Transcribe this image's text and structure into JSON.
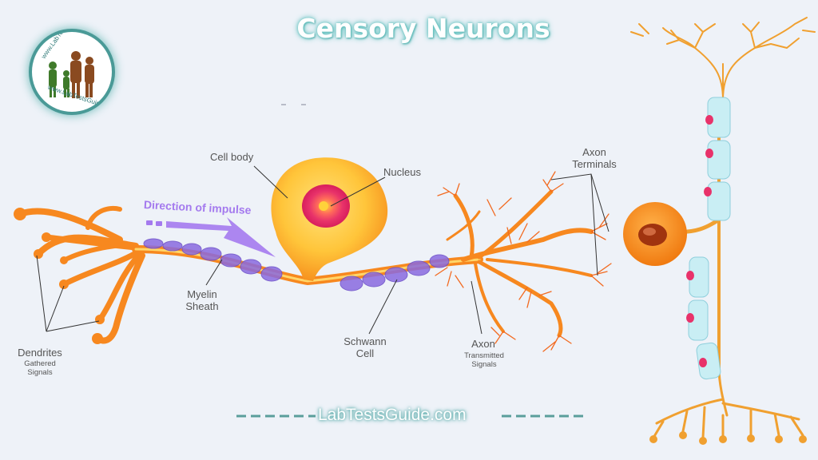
{
  "title": "Censory Neurons",
  "logo": {
    "text_top": "www.LabTestsGuide.com",
    "text_bottom": "www.LabTestsGuide.Net"
  },
  "labels": {
    "cell_body": "Cell body",
    "nucleus": "Nucleus",
    "axon_terminals_1": "Axon",
    "axon_terminals_2": "Terminals",
    "direction": "Direction of impulse",
    "myelin_1": "Myelin",
    "myelin_2": "Sheath",
    "schwann_1": "Schwann",
    "schwann_2": "Cell",
    "axon": "Axon",
    "axon_sub_1": "Transmitted",
    "axon_sub_2": "Signals",
    "dendrites": "Dendrites",
    "dendrites_sub_1": "Gathered",
    "dendrites_sub_2": "Signals"
  },
  "watermark": "LabTestsGuide.com",
  "colors": {
    "neuron": "#f7881f",
    "myelin": "#8a6ae0",
    "cell_body": "#ffc43a",
    "nucleus": "#e8326a",
    "schwann": "#c9eef4",
    "accent": "#4a9a97"
  }
}
